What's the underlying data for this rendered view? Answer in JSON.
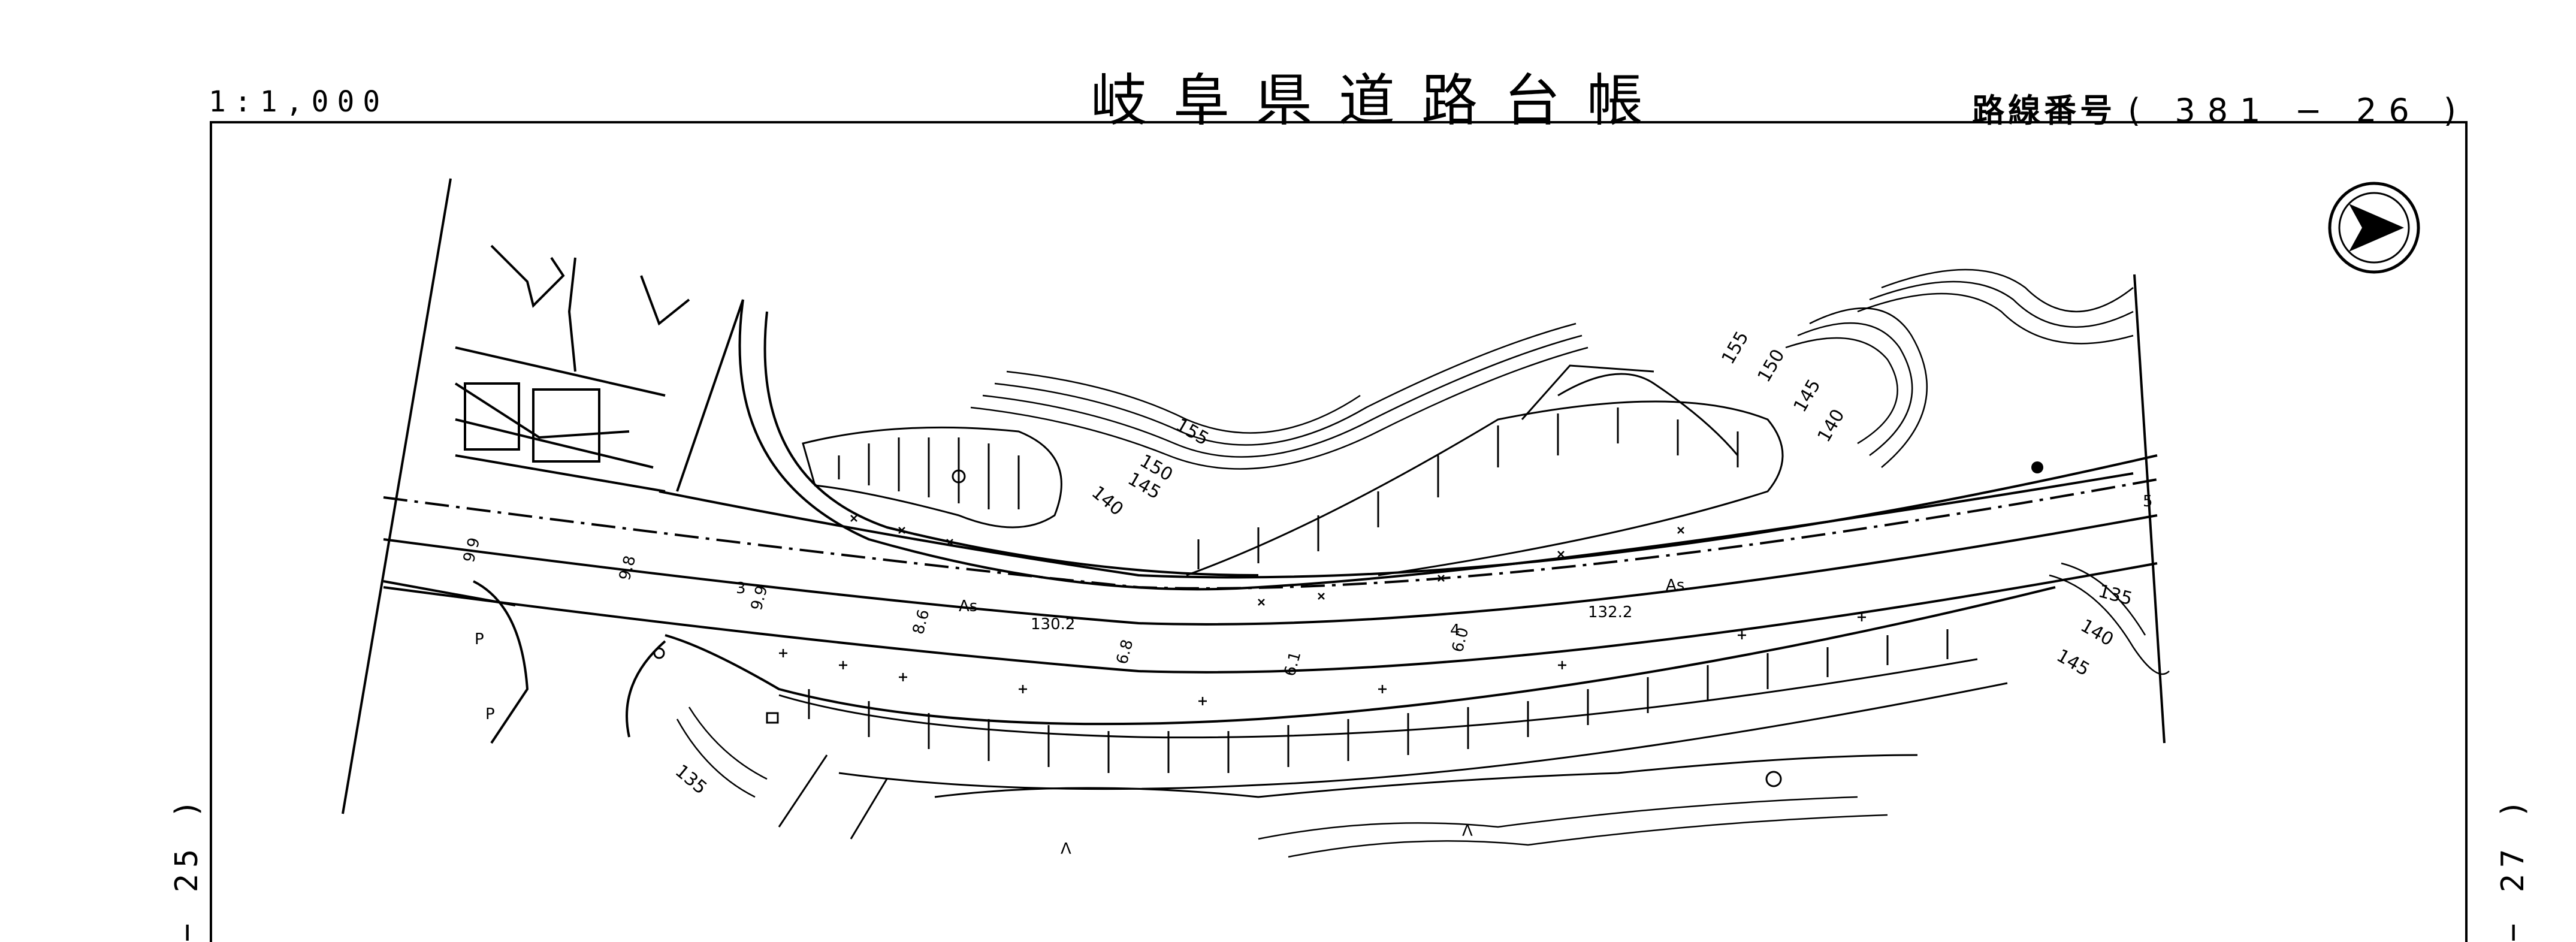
{
  "header": {
    "scale": "1:1,000",
    "title": "岐阜県道路台帳",
    "route_label": "路線番号",
    "route_value": "( 381 − 26 )"
  },
  "sheet_refs": {
    "left": "− 25 )",
    "right": "− 27 )"
  },
  "map": {
    "north_arrow": "north-arrow",
    "road_labels": [
      {
        "text": "As"
      },
      {
        "text": "130.2"
      },
      {
        "text": "As"
      },
      {
        "text": "132.2"
      }
    ],
    "widths": [
      "9.9",
      "8.6",
      "6.8",
      "6.1",
      "6.0",
      "9.8",
      "9.9"
    ],
    "contours": {
      "north_slope": [
        "155",
        "150",
        "145",
        "140"
      ],
      "northeast_slope": [
        "155",
        "150",
        "145",
        "140"
      ],
      "east_slope": [
        "135",
        "140",
        "145"
      ],
      "south_slope": [
        "135"
      ]
    },
    "markers": [
      "P",
      "P",
      "3",
      "4",
      "5",
      "Λ",
      "Λ"
    ]
  },
  "colors": {
    "ink": "#000000",
    "paper": "#ffffff"
  }
}
